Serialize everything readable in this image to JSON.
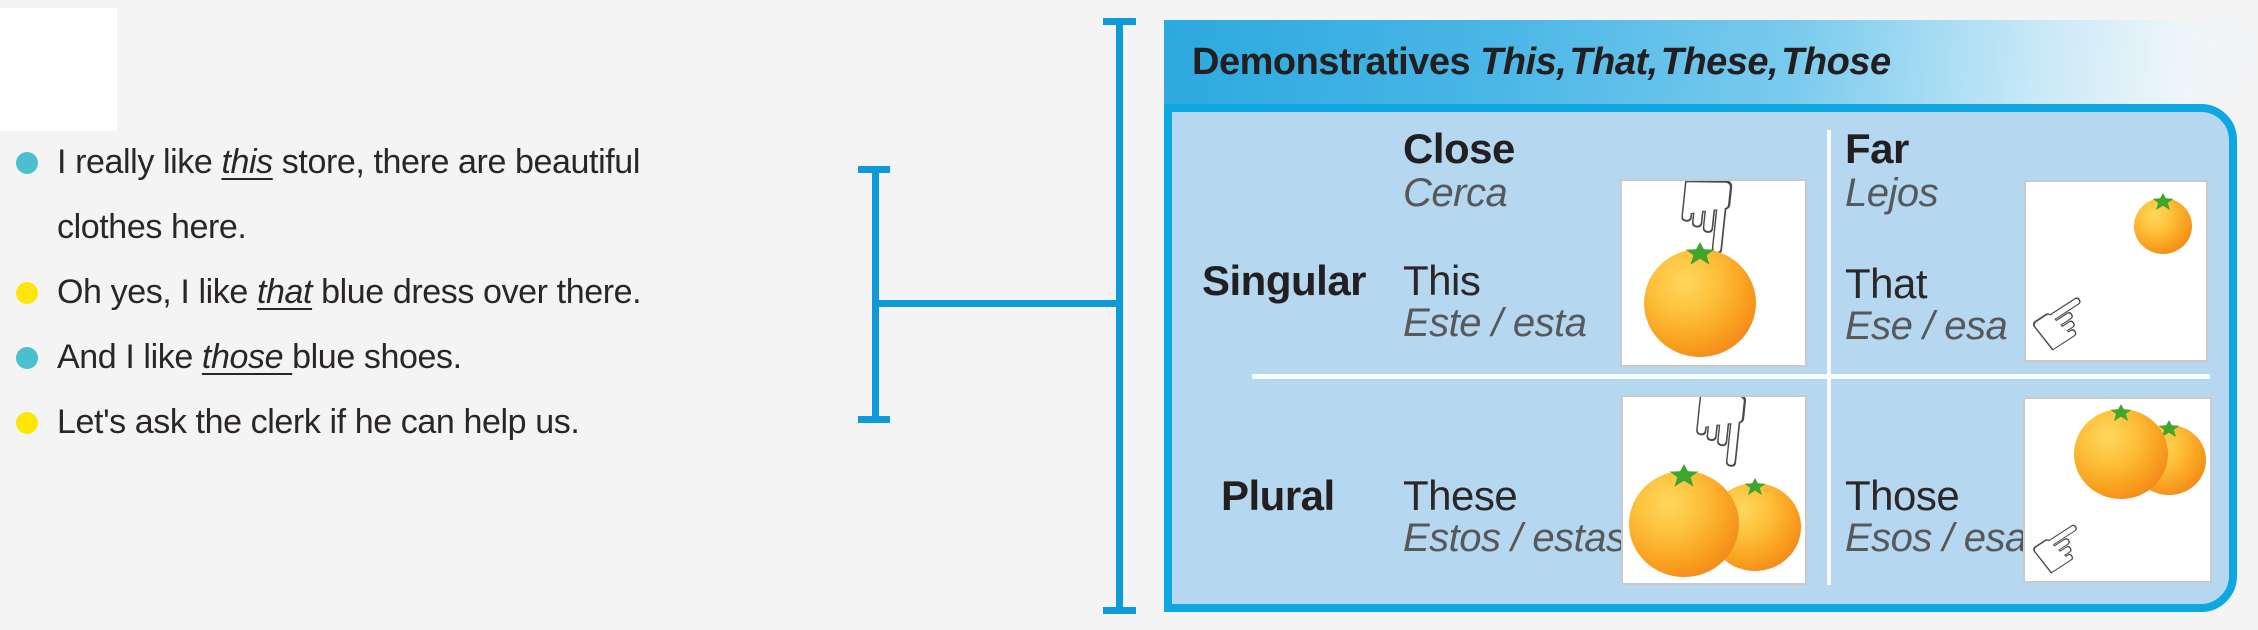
{
  "colors": {
    "page_bg": "#F4F4F5",
    "bullet_teal": "#4CBFCE",
    "bullet_yellow": "#FFE60A",
    "connector_blue": "#0E99D9",
    "table_border": "#0FA7E1",
    "table_bg": "#B5D7F0",
    "text_dark": "#231F20",
    "text_gray_italic": "#57585A"
  },
  "bullets": {
    "items": [
      {
        "dot_color": "#4CBFCE",
        "lines": [
          [
            {
              "text": "I really like "
            },
            {
              "text": "this",
              "underline_italic": true
            },
            {
              "text": " store, there are beautiful"
            }
          ],
          [
            {
              "text": "clothes here."
            }
          ]
        ]
      },
      {
        "dot_color": "#FFE60A",
        "lines": [
          [
            {
              "text": "Oh yes, I like "
            },
            {
              "text": "that",
              "underline_italic": true
            },
            {
              "text": " blue dress over there."
            }
          ]
        ]
      },
      {
        "dot_color": "#4CBFCE",
        "lines": [
          [
            {
              "text": "And I like "
            },
            {
              "text": "those ",
              "underline_italic": true
            },
            {
              "text": "blue shoes."
            }
          ]
        ]
      },
      {
        "dot_color": "#FFE60A",
        "lines": [
          [
            {
              "text": "Let's ask the clerk if he can help us."
            }
          ]
        ]
      }
    ]
  },
  "header": {
    "title_regular": "Demonstratives ",
    "title_italic": "This, That, These, Those"
  },
  "table": {
    "col_headers": [
      {
        "en": "Close",
        "es": "Cerca"
      },
      {
        "en": "Far",
        "es": "Lejos"
      }
    ],
    "row_labels": [
      {
        "label": "Singular"
      },
      {
        "label": "Plural"
      }
    ],
    "cells": [
      {
        "word": "This",
        "es": "Este / esta",
        "image": "hand-pointing-down-at-one-orange-close"
      },
      {
        "word": "That",
        "es": "Ese / esa",
        "image": "hand-pointing-at-one-orange-far"
      },
      {
        "word": "These",
        "es": "Estos / estas",
        "image": "hand-pointing-down-at-two-oranges-close"
      },
      {
        "word": "Those",
        "es": "Esos / esas",
        "image": "hand-pointing-at-two-oranges-far"
      }
    ],
    "hand_down_glyph": "☟",
    "hand_point_glyph": "☞"
  }
}
